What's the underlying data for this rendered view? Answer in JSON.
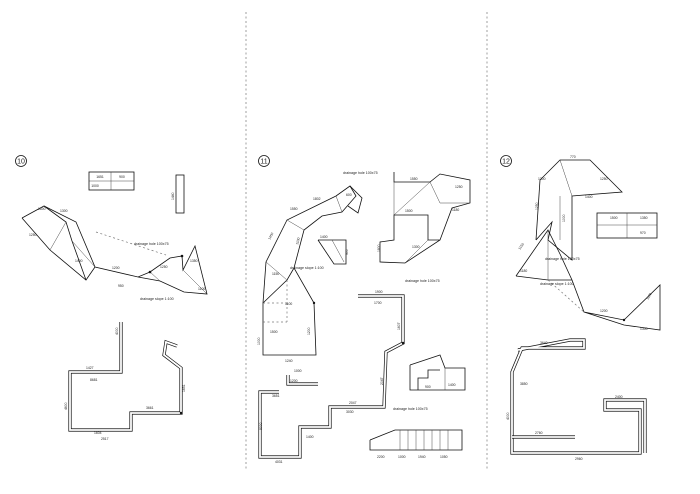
{
  "sheets": [
    {
      "number": "10",
      "dims": {
        "d10_1": "1651",
        "d10_2": "1600",
        "d10_3": "1300",
        "d10_4": "1250",
        "d10_5": "1400",
        "d10_6": "1000",
        "d10_7": "1200",
        "d10_8": "950",
        "d10_9": "1250",
        "d10_10": "900",
        "d10_11": "1440",
        "d10_12": "4000",
        "d10_13": "1350",
        "d10_14": "4600",
        "d10_15": "1100",
        "d10_16": "2517",
        "d10_17": "1604",
        "d10_18": "8681",
        "d10_19": "1427",
        "d10_20": "3661"
      },
      "notes": {
        "hole": "drainage hole 100x75",
        "slope": "drainage slope 1:100"
      }
    },
    {
      "number": "11",
      "dims": {
        "d11_1": "1550",
        "d11_2": "1802",
        "d11_3": "1450",
        "d11_4": "1100",
        "d11_5": "1150",
        "d11_6": "1100",
        "d11_7": "1200",
        "d11_8": "1500",
        "d11_9": "1000",
        "d11_10": "1240",
        "d11_11": "1400",
        "d11_12": "1550",
        "d11_13": "1250",
        "d11_14": "1180",
        "d11_15": "1900",
        "d11_16": "1700",
        "d11_17": "1607",
        "d11_18": "2047",
        "d11_19": "1050",
        "d11_20": "900",
        "d11_21": "1500",
        "d11_22": "1800",
        "d11_23": "600",
        "d11_24": "1300",
        "d11_25": "2047",
        "d11_26": "3030",
        "d11_27": "8000",
        "d11_28": "1400",
        "d11_29": "4031",
        "d11_30": "1200",
        "d11_31": "1000",
        "d11_32": "3651",
        "d11_33": "900",
        "d11_34": "1400",
        "d11_35": "2200",
        "d11_36": "1000",
        "d11_37": "1940"
      },
      "notes": {
        "hole_a": "drainage hole 100x75",
        "slope": "drainage slope 1:100",
        "hole_b": "drainage hole 100x75",
        "hole_c": "drainage hole 100x75"
      }
    },
    {
      "number": "12",
      "dims": {
        "d12_1": "770",
        "d12_2": "1300",
        "d12_3": "1250",
        "d12_4": "1400",
        "d12_5": "1250",
        "d12_6": "1500",
        "d12_7": "1000",
        "d12_8": "1350",
        "d12_9": "1150",
        "d12_10": "1180",
        "d12_11": "970",
        "d12_12": "1200",
        "d12_13": "3640",
        "d12_14": "3850",
        "d12_15": "2760",
        "d12_16": "1300",
        "d12_17": "1180",
        "d12_18": "2400",
        "d12_19": "4000",
        "d12_20": "2960"
      },
      "notes": {
        "hole": "drainage hole 100x75",
        "slope": "drainage slope 1:100"
      }
    }
  ]
}
